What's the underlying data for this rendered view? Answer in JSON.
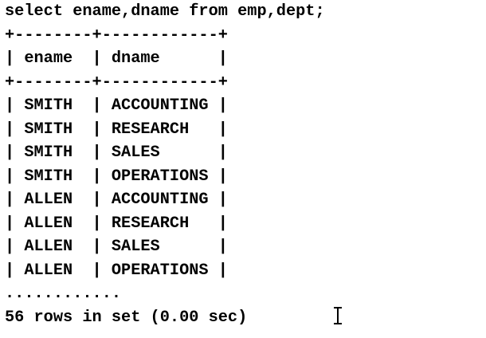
{
  "terminal": {
    "command": "select ename,dname from emp,dept;",
    "border": "+--------+------------+",
    "header": "| ename  | dname      |",
    "rows": [
      "| SMITH  | ACCOUNTING |",
      "| SMITH  | RESEARCH   |",
      "| SMITH  | SALES      |",
      "| SMITH  | OPERATIONS |",
      "| ALLEN  | ACCOUNTING |",
      "| ALLEN  | RESEARCH   |",
      "| ALLEN  | SALES      |",
      "| ALLEN  | OPERATIONS |"
    ],
    "ellipsis": "............",
    "summary": "56 rows in set (0.00 sec)"
  },
  "cursor": {
    "icon": "text-cursor-ibeam-icon"
  }
}
